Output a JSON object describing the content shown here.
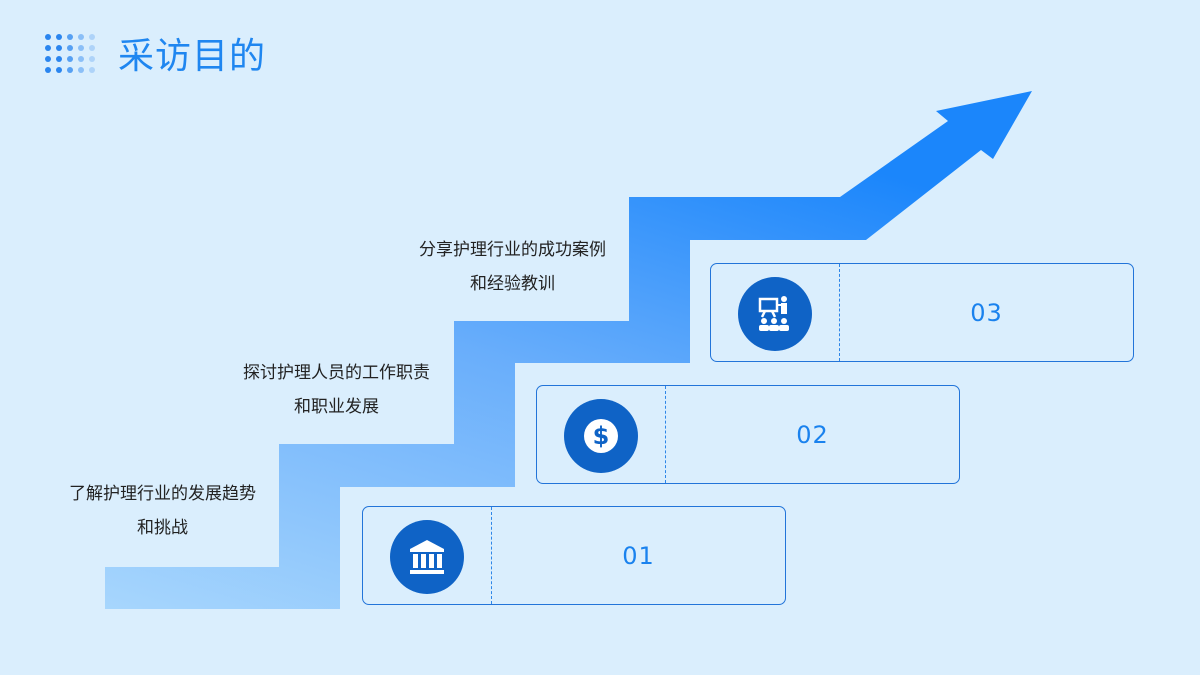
{
  "title": "采访目的",
  "steps": [
    {
      "number": "01",
      "description_line1": "了解护理行业的发展趋势",
      "description_line2": "和挑战",
      "icon": "bank-icon"
    },
    {
      "number": "02",
      "description_line1": "探讨护理人员的工作职责",
      "description_line2": "和职业发展",
      "icon": "dollar-icon"
    },
    {
      "number": "03",
      "description_line1": "分享护理行业的成功案例",
      "description_line2": "和经验教训",
      "icon": "presentation-icon"
    }
  ],
  "colors": {
    "background": "#daeefd",
    "accent": "#1f86f0",
    "icon_circle": "#0f63c6",
    "card_border": "#2274d9"
  }
}
